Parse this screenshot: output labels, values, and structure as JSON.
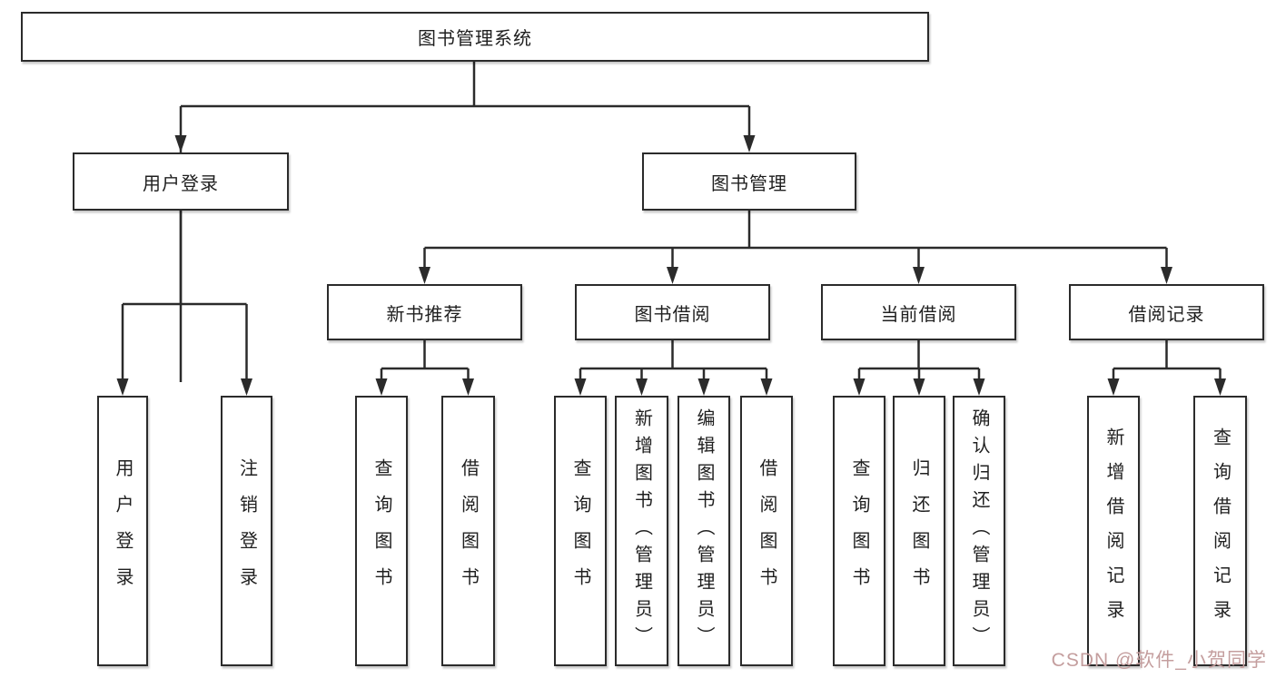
{
  "tree": {
    "root": {
      "label": "图书管理系统"
    },
    "branches": [
      {
        "label": "用户登录",
        "children": [
          {
            "label": "用户登录"
          },
          {
            "label": "注销登录"
          }
        ]
      },
      {
        "label": "图书管理",
        "children": [
          {
            "label": "新书推荐",
            "children": [
              {
                "label": "查询图书"
              },
              {
                "label": "借阅图书"
              }
            ]
          },
          {
            "label": "图书借阅",
            "children": [
              {
                "label": "查询图书"
              },
              {
                "label": "新增图书（管理员）"
              },
              {
                "label": "编辑图书（管理员）"
              },
              {
                "label": "借阅图书"
              }
            ]
          },
          {
            "label": "当前借阅",
            "children": [
              {
                "label": "查询图书"
              },
              {
                "label": "归还图书"
              },
              {
                "label": "确认归还（管理员）"
              }
            ]
          },
          {
            "label": "借阅记录",
            "children": [
              {
                "label": "新增借阅记录"
              },
              {
                "label": "查询借阅记录"
              }
            ]
          }
        ]
      }
    ]
  },
  "watermark": {
    "text": "CSDN @软件_小贺同学"
  },
  "colors": {
    "line": "#2b2b2b",
    "box_border": "#2b2b2b",
    "text": "#1f1f1f",
    "background": "#ffffff",
    "watermark": "#c49e9e"
  }
}
